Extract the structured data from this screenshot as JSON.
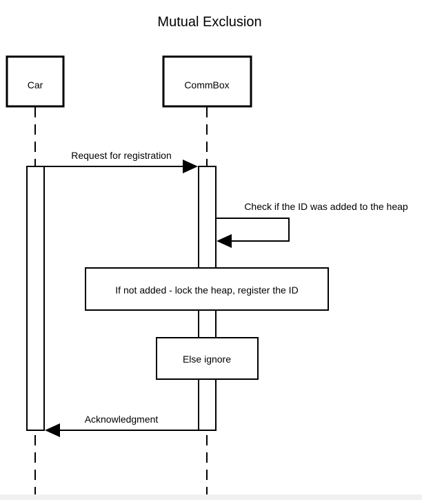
{
  "diagram": {
    "title": "Mutual Exclusion",
    "participants": [
      {
        "id": "car",
        "label": "Car"
      },
      {
        "id": "commbox",
        "label": "CommBox"
      }
    ],
    "messages": [
      {
        "from": "car",
        "to": "commbox",
        "label": "Request for registration"
      },
      {
        "from": "commbox",
        "to": "commbox",
        "label": "Check if the ID was added to the heap"
      },
      {
        "from": "commbox",
        "to": "car",
        "label": "Acknowledgment"
      }
    ],
    "notes": [
      {
        "label": "If not added - lock the heap, register the ID"
      },
      {
        "label": "Else ignore"
      }
    ]
  }
}
